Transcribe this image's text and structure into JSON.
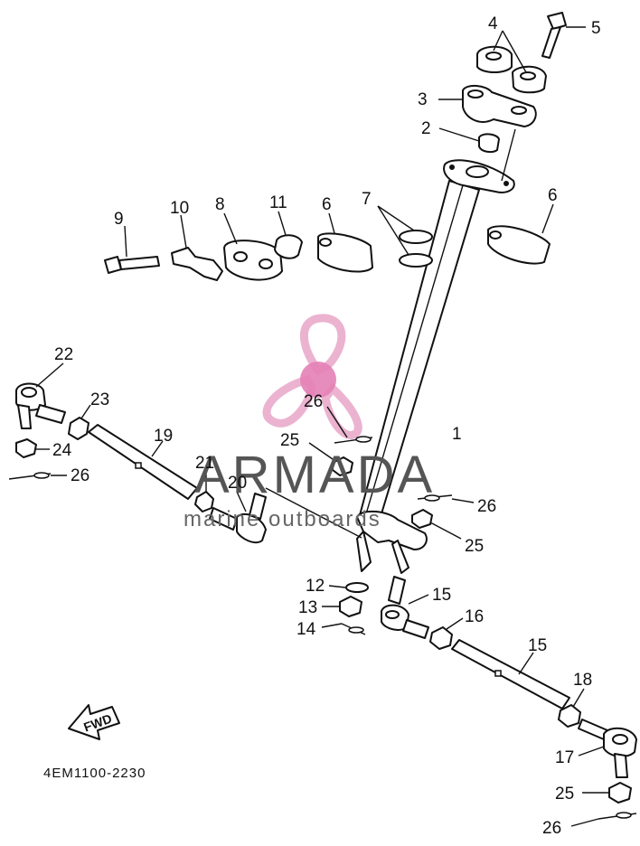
{
  "diagram": {
    "drawing_code": "4EM1100-2230",
    "fwd_label": "FWD",
    "callouts": [
      {
        "key": "c1",
        "label": "1"
      },
      {
        "key": "c2",
        "label": "2"
      },
      {
        "key": "c3",
        "label": "3"
      },
      {
        "key": "c4",
        "label": "4"
      },
      {
        "key": "c5",
        "label": "5"
      },
      {
        "key": "c6a",
        "label": "6"
      },
      {
        "key": "c6b",
        "label": "6"
      },
      {
        "key": "c7",
        "label": "7"
      },
      {
        "key": "c8",
        "label": "8"
      },
      {
        "key": "c9",
        "label": "9"
      },
      {
        "key": "c10",
        "label": "10"
      },
      {
        "key": "c11",
        "label": "11"
      },
      {
        "key": "c12",
        "label": "12"
      },
      {
        "key": "c13",
        "label": "13"
      },
      {
        "key": "c14",
        "label": "14"
      },
      {
        "key": "c15",
        "label": "15"
      },
      {
        "key": "c16",
        "label": "16"
      },
      {
        "key": "c17",
        "label": "17"
      },
      {
        "key": "c18",
        "label": "18"
      },
      {
        "key": "c19",
        "label": "19"
      },
      {
        "key": "c20",
        "label": "20"
      },
      {
        "key": "c21",
        "label": "21"
      },
      {
        "key": "c22",
        "label": "22"
      },
      {
        "key": "c23",
        "label": "23"
      },
      {
        "key": "c24",
        "label": "24"
      },
      {
        "key": "c25a",
        "label": "25"
      },
      {
        "key": "c25b",
        "label": "25"
      },
      {
        "key": "c25c",
        "label": "25"
      },
      {
        "key": "c25d",
        "label": "25"
      },
      {
        "key": "c26a",
        "label": "26"
      },
      {
        "key": "c26b",
        "label": "26"
      },
      {
        "key": "c26c",
        "label": "26"
      },
      {
        "key": "c26d",
        "label": "26"
      }
    ]
  },
  "watermark": {
    "brand": "ARMADA",
    "tagline": "marine outboards",
    "logo_color": "#e8a6c8",
    "logo_center_color": "#e06aa8",
    "logo_icon": "propeller-logo-icon"
  }
}
